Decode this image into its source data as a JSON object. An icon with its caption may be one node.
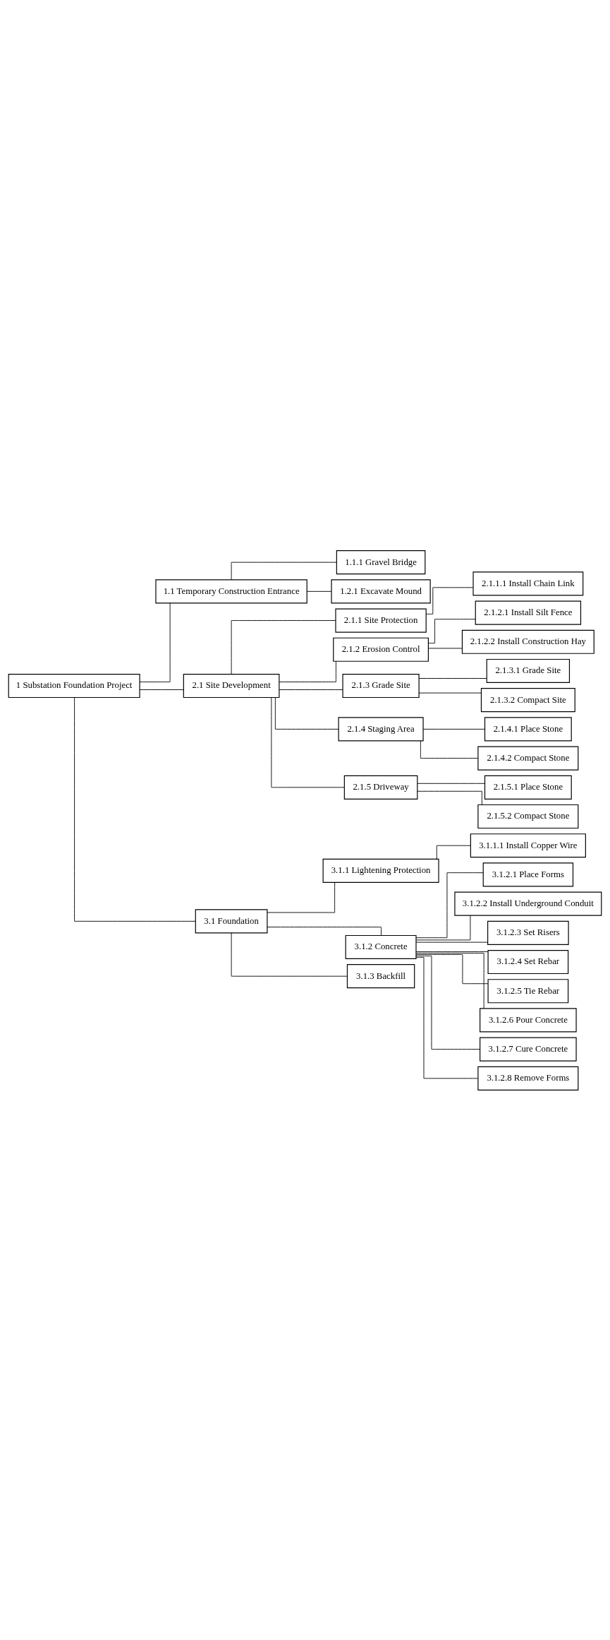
{
  "diagram": {
    "nodes": [
      {
        "text": [
          "1 Substation Foundation Project"
        ]
      },
      {
        "text": [
          "1.1 Temporary Construction Entrance"
        ]
      },
      {
        "text": [
          "1.1.1 Gravel Bridge"
        ]
      },
      {
        "text": [
          "1.2.1 Excavate Mound"
        ]
      },
      {
        "text": [
          "2.1 Site Development"
        ]
      },
      {
        "text": [
          "2.1.1 Site Protection"
        ]
      },
      {
        "text": [
          "2.1.1.1 Install Chain Link"
        ]
      },
      {
        "text": [
          "2.1.2 Erosion Control"
        ]
      },
      {
        "text": [
          "2.1.2.1 Install Silt Fence"
        ]
      },
      {
        "text": [
          "2.1.2.2 Install Construction Hay"
        ]
      },
      {
        "text": [
          "2.1.3 Grade Site"
        ]
      },
      {
        "text": [
          "2.1.3.1 Grade Site"
        ]
      },
      {
        "text": [
          "2.1.3.2 Compact Site"
        ]
      },
      {
        "text": [
          "2.1.4 Staging Area"
        ]
      },
      {
        "text": [
          "2.1.4.1 Place Stone"
        ]
      },
      {
        "text": [
          "2.1.4.2 Compact Stone"
        ]
      },
      {
        "text": [
          "2.1.5 Driveway"
        ]
      },
      {
        "text": [
          "2.1.5.1 Place Stone"
        ]
      },
      {
        "text": [
          "2.1.5.2 Compact Stone"
        ]
      },
      {
        "text": [
          "3.1 Foundation"
        ]
      },
      {
        "text": [
          "3.1.1 Lightening Protection"
        ]
      },
      {
        "text": [
          "3.1.1.1 Install Copper Wire"
        ]
      },
      {
        "text": [
          "3.1.2 Concrete"
        ]
      },
      {
        "text": [
          "3.1.2.1 Place Forms"
        ]
      },
      {
        "text": [
          "3.1.2.2 Install Underground Conduit"
        ]
      },
      {
        "text": [
          "3.1.2.3 Set Risers"
        ]
      },
      {
        "text": [
          "3.1.2.4 Set Rebar"
        ]
      },
      {
        "text": [
          "3.1.2.5 Tie Rebar"
        ]
      },
      {
        "text": [
          "3.1.2.6 Pour Concrete"
        ]
      },
      {
        "text": [
          "3.1.2.7 Cure Concrete"
        ]
      },
      {
        "text": [
          "3.1.2.8 Remove Forms"
        ]
      },
      {
        "text": [
          "3.1.3 Backfill"
        ]
      }
    ],
    "edges": [
      {
        "from": 0,
        "to": 1,
        "arrow": "none"
      },
      {
        "from": 1,
        "to": 2,
        "arrow": "none"
      },
      {
        "from": 1,
        "to": 3,
        "arrow": "none"
      },
      {
        "from": 0,
        "to": 4,
        "arrow": "none"
      },
      {
        "from": 4,
        "to": 5,
        "arrow": "none"
      },
      {
        "from": 5,
        "to": 6,
        "arrow": "none"
      },
      {
        "from": 4,
        "to": 7,
        "arrow": "none"
      },
      {
        "from": 7,
        "to": 8,
        "arrow": "none"
      },
      {
        "from": 7,
        "to": 9,
        "arrow": "none"
      },
      {
        "from": 4,
        "to": 10,
        "arrow": "none"
      },
      {
        "from": 10,
        "to": 11,
        "arrow": "none"
      },
      {
        "from": 10,
        "to": 12,
        "arrow": "none"
      },
      {
        "from": 4,
        "to": 13,
        "arrow": "none"
      },
      {
        "from": 13,
        "to": 14,
        "arrow": "none"
      },
      {
        "from": 13,
        "to": 15,
        "arrow": "none"
      },
      {
        "from": 4,
        "to": 16,
        "arrow": "none"
      },
      {
        "from": 16,
        "to": 17,
        "arrow": "none"
      },
      {
        "from": 16,
        "to": 18,
        "arrow": "none"
      },
      {
        "from": 0,
        "to": 19,
        "arrow": "none"
      },
      {
        "from": 19,
        "to": 20,
        "arrow": "none"
      },
      {
        "from": 20,
        "to": 21,
        "arrow": "none"
      },
      {
        "from": 19,
        "to": 22,
        "arrow": "none"
      },
      {
        "from": 22,
        "to": 23,
        "arrow": "none"
      },
      {
        "from": 22,
        "to": 24,
        "arrow": "none"
      },
      {
        "from": 22,
        "to": 25,
        "arrow": "none"
      },
      {
        "from": 22,
        "to": 26,
        "arrow": "none"
      },
      {
        "from": 22,
        "to": 27,
        "arrow": "none"
      },
      {
        "from": 22,
        "to": 28,
        "arrow": "none"
      },
      {
        "from": 22,
        "to": 29,
        "arrow": "none"
      },
      {
        "from": 22,
        "to": 30,
        "arrow": "none"
      },
      {
        "from": 19,
        "to": 31,
        "arrow": "none"
      }
    ]
  }
}
